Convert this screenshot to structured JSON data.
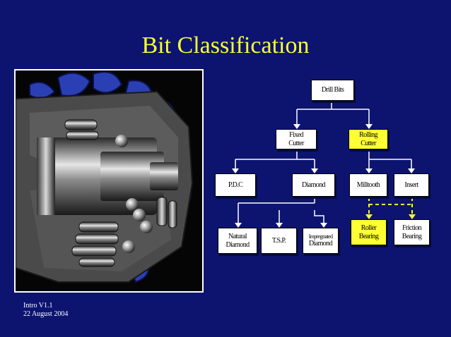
{
  "slide": {
    "title": "Bit Classification",
    "footer_line1": "Intro V1.1",
    "footer_line2": "22 August 2004"
  },
  "colors": {
    "background": "#0c1470",
    "title": "#ffff33",
    "box": "#ffffff",
    "highlight_box": "#ffff33"
  },
  "diagram": {
    "drill_bits": "Drill Bits",
    "fixed_cutter": [
      "Fixed",
      "Cutter"
    ],
    "rolling_cutter": [
      "Rolling",
      "Cutter"
    ],
    "pdc": "P.D.C",
    "diamond": "Diamond",
    "milltooth": "Milltooth",
    "insert": "Insert",
    "natural_diamond": [
      "Natural",
      "Diamond"
    ],
    "tsp": "T.S.P.",
    "impregnated_diamond": [
      "Impregnated",
      "Diamond"
    ],
    "roller_bearing": [
      "Roller",
      "Bearing"
    ],
    "friction_bearing": [
      "Friction",
      "Bearing"
    ]
  }
}
